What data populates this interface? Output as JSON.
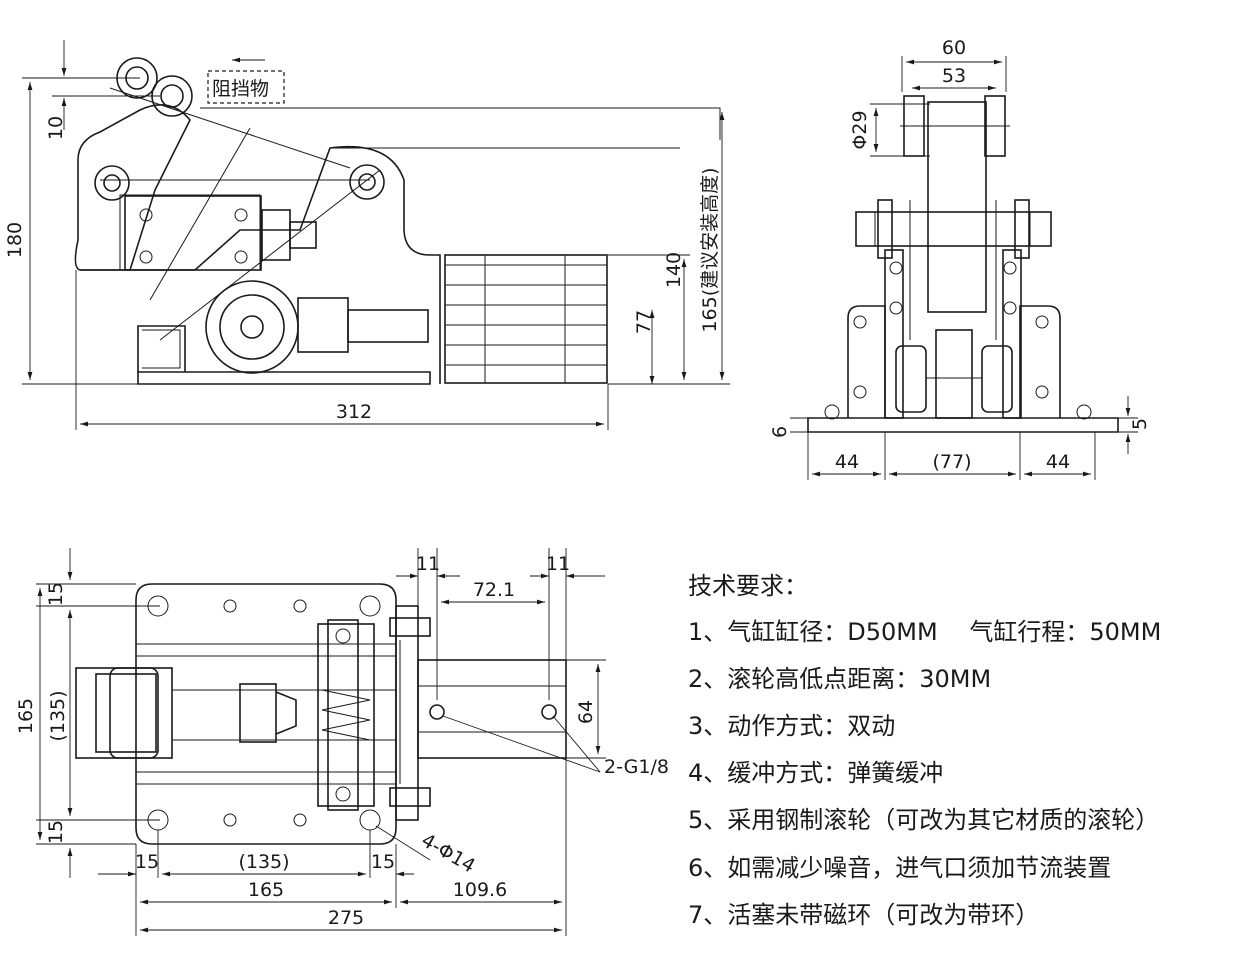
{
  "labels": {
    "obstacle": "阻挡物",
    "d10": "10",
    "d180": "180",
    "d312": "312",
    "d140": "140",
    "d77": "77",
    "d165h": "165(建议安装高度)",
    "d60": "60",
    "d53": "53",
    "phi29": "Φ29",
    "d6": "6",
    "d5": "5",
    "d44a": "44",
    "d77p": "(77)",
    "d44b": "44",
    "d11a": "11",
    "d11b": "11",
    "d72_1": "72.1",
    "d15top": "15",
    "d165v": "165",
    "d135v": "(135)",
    "d15bot": "15",
    "d64": "64",
    "g18": "2-G1/8",
    "holes": "4-Φ14",
    "d15l": "15",
    "d135h": "(135)",
    "d15r": "15",
    "d165h2": "165",
    "d109_6": "109.6",
    "d275": "275"
  },
  "requirements": {
    "title": "技术要求：",
    "items": [
      "1、气缸缸径：D50MM　 气缸行程：50MM",
      "2、滚轮高低点距离：30MM",
      "3、动作方式：双动",
      "4、缓冲方式：弹簧缓冲",
      "5、采用钢制滚轮（可改为其它材质的滚轮）",
      "6、如需减少噪音，进气口须加节流装置",
      "7、活塞未带磁环（可改为带环）"
    ]
  }
}
